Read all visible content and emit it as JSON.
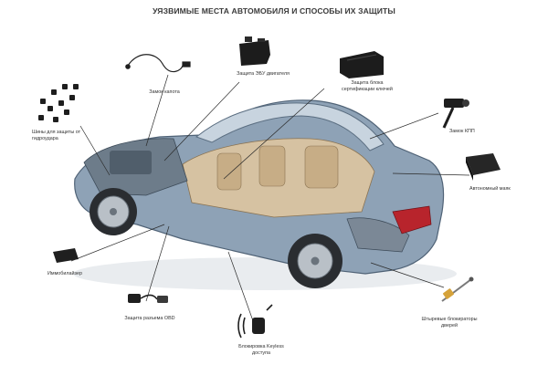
{
  "title": "УЯЗВИМЫЕ МЕСТА АВТОМОБИЛЯ И СПОСОБЫ ИХ ЗАЩИТЫ",
  "colors": {
    "background": "#ffffff",
    "body": "#8fa4b8",
    "body_dark": "#5b6f84",
    "interior": "#cdb696",
    "leader": "#2b2b2b",
    "device": "#1f1f1f"
  },
  "labels": {
    "hood_lock": "Замок капота",
    "ecu_protection": "Защита ЭБУ двигателя",
    "key_cert_block": [
      "Защита блока",
      "сертификации ключей"
    ],
    "wheel_locks": [
      "Шины для защиты от",
      "гидроудара"
    ],
    "transmission_lock": "Замок КПП",
    "autonomous_beacon": "Автономный маяк",
    "immobilizer": "Иммобилайзер",
    "obd_protection": "Защита разъема OBD",
    "keyless_block": [
      "Блокировка Keyless",
      "доступа"
    ],
    "door_pin_locks": [
      "Штыревые блокираторы",
      "дверей"
    ]
  },
  "icons": {
    "hood_lock": "cable-lock-icon",
    "ecu_protection": "ecu-shield-icon",
    "key_cert_block": "key-cert-shield-icon",
    "wheel_locks": "wheel-bolts-icon",
    "transmission_lock": "gearbox-lock-icon",
    "autonomous_beacon": "gps-beacon-icon",
    "immobilizer": "immobilizer-icon",
    "obd_protection": "obd-connector-icon",
    "keyless_block": "keyless-signal-icon",
    "door_pin_locks": "pin-lock-icon"
  }
}
